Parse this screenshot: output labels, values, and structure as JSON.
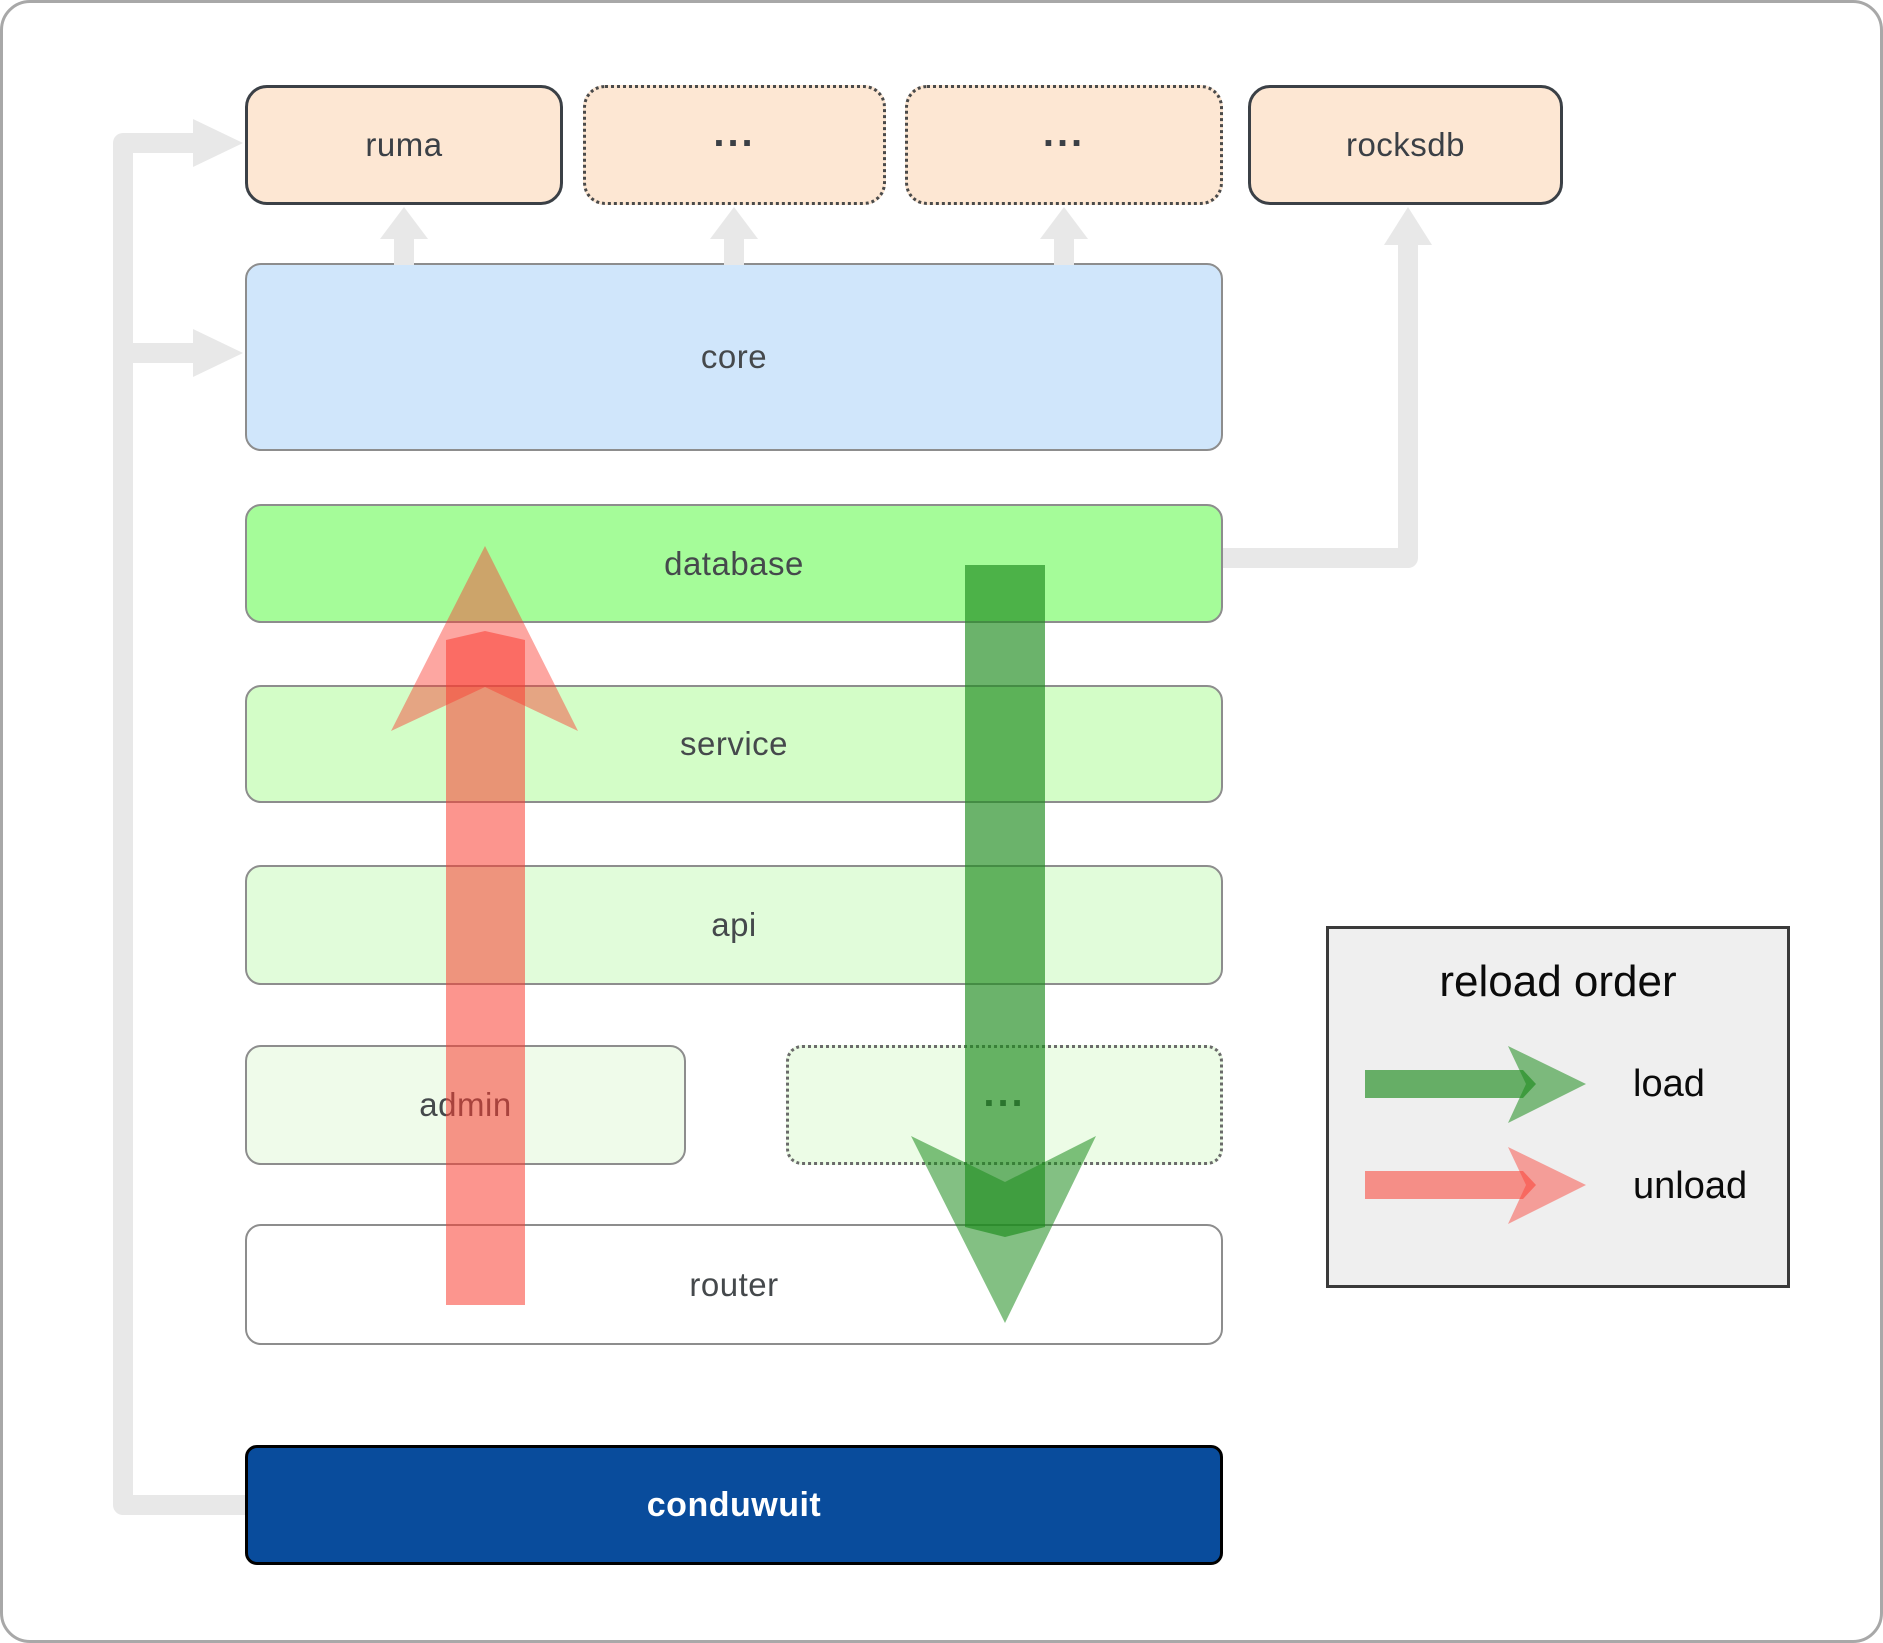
{
  "diagram": {
    "top_row": [
      {
        "id": "ruma",
        "label": "ruma",
        "border": "solid"
      },
      {
        "id": "crate2",
        "label": "...",
        "border": "dotted"
      },
      {
        "id": "crate3",
        "label": "...",
        "border": "dotted"
      },
      {
        "id": "rocksdb",
        "label": "rocksdb",
        "border": "solid"
      }
    ],
    "layers": {
      "core": {
        "label": "core"
      },
      "database": {
        "label": "database"
      },
      "service": {
        "label": "service"
      },
      "api": {
        "label": "api"
      },
      "admin": {
        "label": "admin"
      },
      "admin_sibling": {
        "label": "..."
      },
      "router": {
        "label": "router"
      },
      "conduwuit": {
        "label": "conduwuit"
      }
    },
    "legend": {
      "title": "reload order",
      "items": [
        {
          "label": "load",
          "color": "#1e8c1e"
        },
        {
          "label": "unload",
          "color": "#fa3e32"
        }
      ]
    },
    "colors": {
      "crate_fill": "#fde7d3",
      "core_fill": "#d0e6fb",
      "database_fill": "#a5fc99",
      "service_fill": "#d3fdc7",
      "api_fill": "#e1fcda",
      "admin_fill": "#effbea",
      "router_fill": "#ffffff",
      "conduwuit_fill": "#094c9c",
      "load_arrow": "#1e8c1e",
      "unload_arrow": "#fa3e32",
      "connector": "#e8e8e8",
      "legend_bg": "#efefef"
    }
  }
}
